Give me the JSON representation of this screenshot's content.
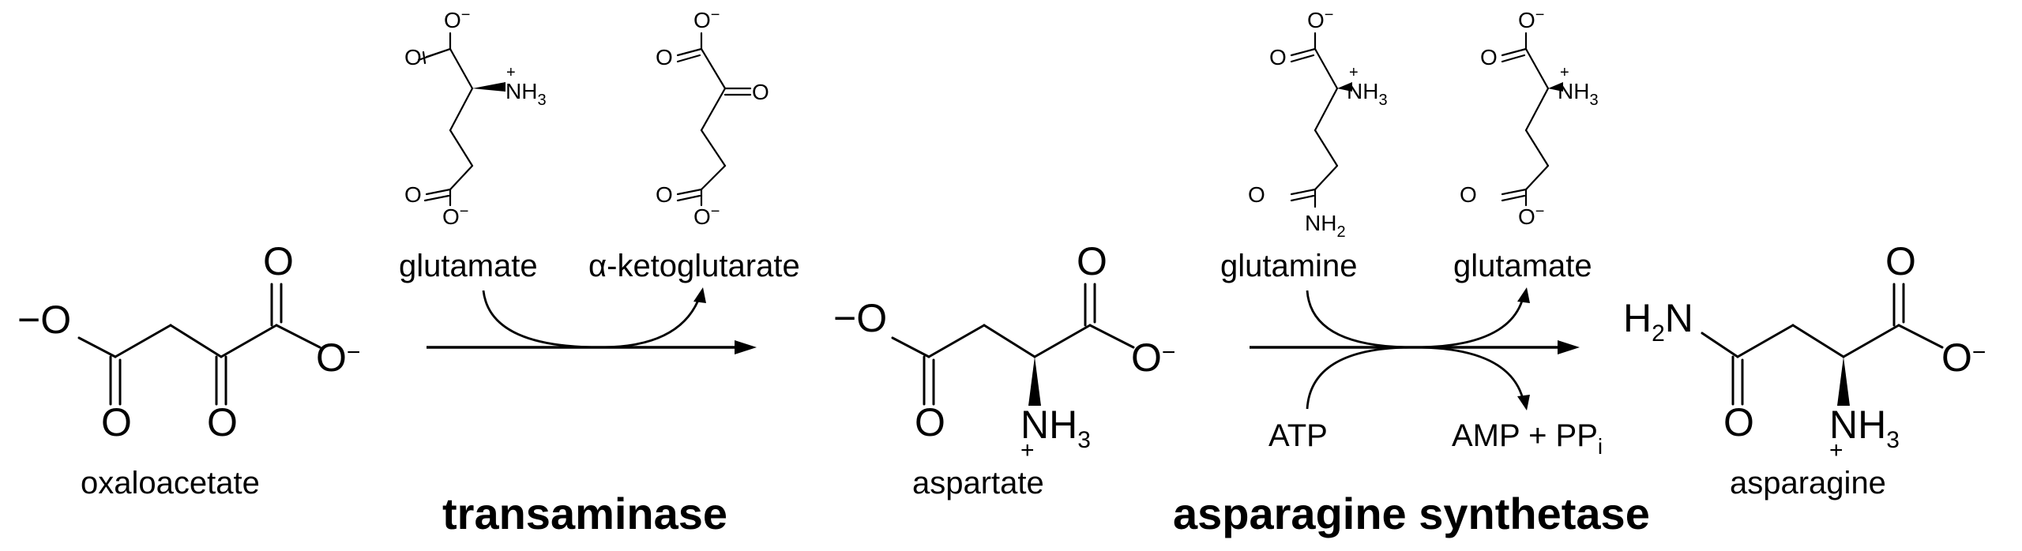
{
  "compounds": {
    "oxaloacetate": "oxaloacetate",
    "glutamate_1": "glutamate",
    "alpha_ketoglutarate": "α-ketoglutarate",
    "aspartate": "aspartate",
    "glutamine": "glutamine",
    "glutamate_2": "glutamate",
    "asparagine": "asparagine"
  },
  "enzymes": {
    "step1": "transaminase",
    "step2": "asparagine synthetase"
  },
  "cofactors": {
    "atp": "ATP",
    "amp_ppi": "AMP + PP",
    "amp_ppi_sub": "i"
  },
  "atoms": {
    "O": "O",
    "minus": "−",
    "plus": "+",
    "N": "N",
    "H": "H",
    "NH": "NH",
    "sub2": "2",
    "sub3": "3"
  }
}
